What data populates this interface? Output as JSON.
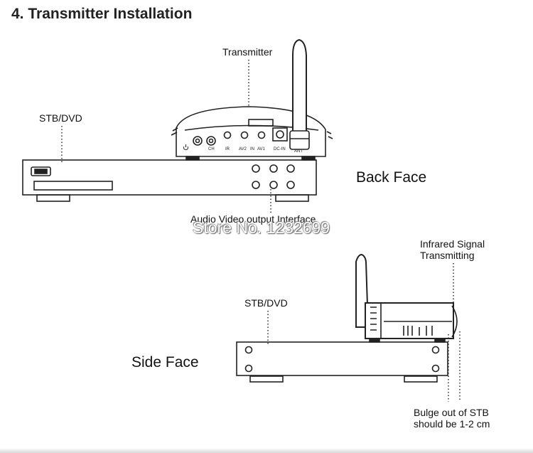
{
  "title": "4. Transmitter Installation",
  "labels": {
    "transmitter": "Transmitter",
    "stb_dvd_top": "STB/DVD",
    "back_face": "Back Face",
    "av_output": "Audio Video output Interface",
    "infrared": "Infrared Signal\nTransmitting",
    "stb_dvd_side": "STB/DVD",
    "side_face": "Side Face",
    "bulge": "Bulge out of STB\nshould be 1-2 cm"
  },
  "port_labels": [
    "CH",
    "IR",
    "AV2",
    "IN",
    "AV1",
    "DC-IN",
    "ANT"
  ],
  "watermark": "Store No. 1232699"
}
